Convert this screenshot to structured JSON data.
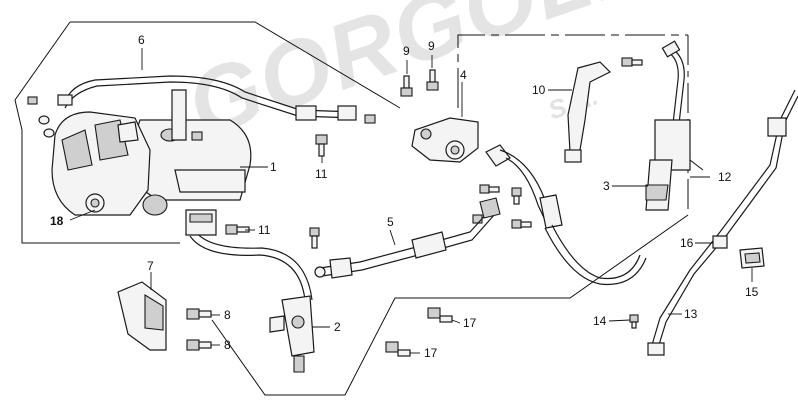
{
  "watermark": {
    "brand": "GORGOLIS",
    "suffix": "S.A."
  },
  "callouts": {
    "c1": "1",
    "c2": "2",
    "c3": "3",
    "c4": "4",
    "c5": "5",
    "c6": "6",
    "c7": "7",
    "c8a": "8",
    "c8b": "8",
    "c9a": "9",
    "c9b": "9",
    "c10": "10",
    "c11a": "11",
    "c11b": "11",
    "c12": "12",
    "c13": "13",
    "c14": "14",
    "c15": "15",
    "c16": "16",
    "c17a": "17",
    "c17b": "17",
    "c18": "18"
  }
}
